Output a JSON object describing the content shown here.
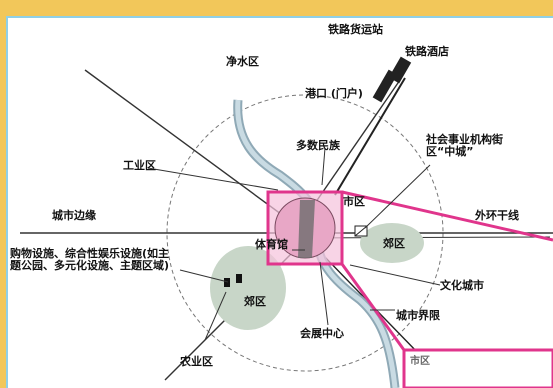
{
  "labels": {
    "railway": "铁路货运站",
    "station": "铁路酒店",
    "water": "净水区",
    "port": "港口 (门户)",
    "low_density": "多数民族",
    "industrial": "工业区",
    "social": "社会事业机构街区“中城”",
    "city_edge": "城市边缘",
    "municipal": "市区",
    "outer_highway": "外环干线",
    "suburb_right": "郊区",
    "stadium": "体育馆",
    "leisure": "购物设施、综合性娱乐设施(如主题公园、多元化设施、主题区域)",
    "culture_city": "文化城市",
    "suburb_left": "郊区",
    "expo": "会展中心",
    "boundary": "城市界限",
    "farm": "农业区",
    "zoom": "市区"
  },
  "colors": {
    "background": "#f2c75a",
    "frame_border": "#8fd0e8",
    "highlight": "#e0358c",
    "river": "#b9cdd6",
    "green": "#c8d6c8"
  }
}
